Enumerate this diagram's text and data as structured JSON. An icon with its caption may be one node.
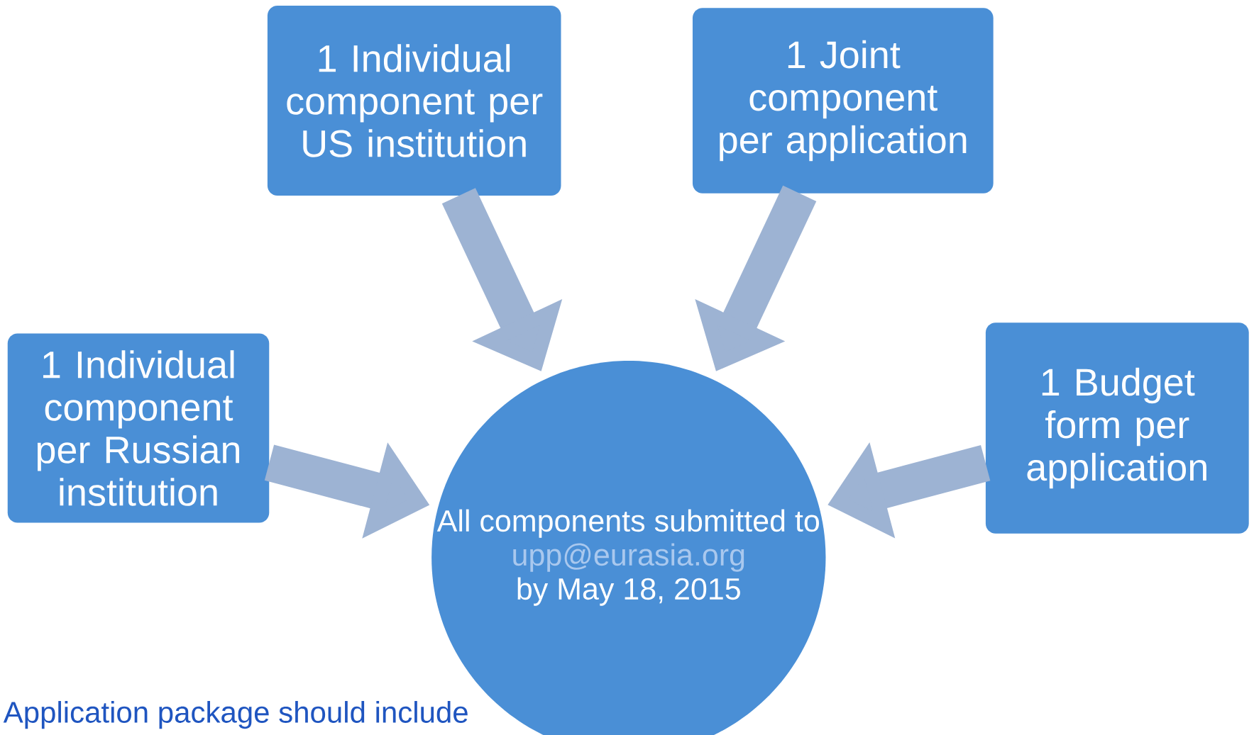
{
  "diagram": {
    "nodes": [
      {
        "text": [
          "1 Individual component per Russian institution"
        ]
      },
      {
        "text": [
          "1 Individual component per US institution"
        ]
      },
      {
        "text": [
          "1 Joint component per application"
        ]
      },
      {
        "text": [
          "1 Budget form per application"
        ]
      },
      {
        "text": [
          "All components submitted to",
          "upp@eurasia.org",
          "by May 18, 2015"
        ]
      }
    ],
    "edges": [
      {
        "from": 0,
        "to": 4,
        "arrow": "to"
      },
      {
        "from": 1,
        "to": 4,
        "arrow": "to"
      },
      {
        "from": 2,
        "to": 4,
        "arrow": "to"
      },
      {
        "from": 3,
        "to": 4,
        "arrow": "to"
      }
    ],
    "labels": [
      "Application package should include"
    ]
  }
}
